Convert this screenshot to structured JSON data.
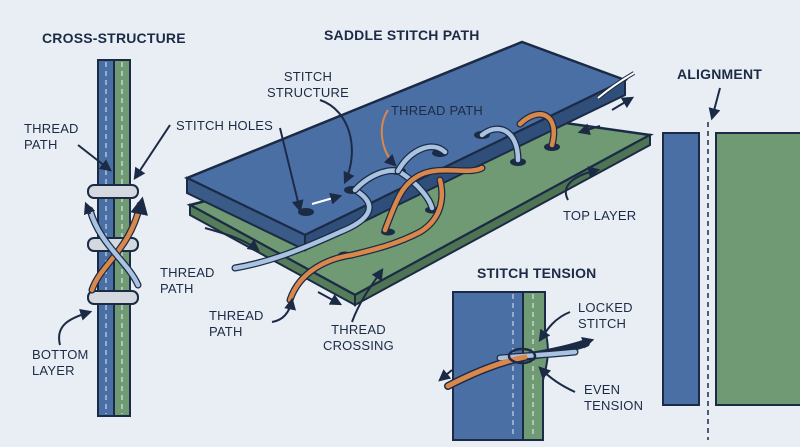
{
  "titles": {
    "cross_structure": "CROSS-STRUCTURE",
    "saddle_stitch_path": "SADDLE STITCH PATH",
    "alignment": "ALIGNMENT",
    "stitch_tension": "STITCH TENSION"
  },
  "labels": {
    "thread_path_left_1": "THREAD",
    "thread_path_left_2": "PATH",
    "bottom_layer_1": "BOTTOM",
    "bottom_layer_2": "LAYER",
    "stitch_structure_1": "STITCH",
    "stitch_structure_2": "STRUCTURE",
    "stitch_holes": "STITCH HOLES",
    "thread_path_top": "THREAD PATH",
    "top_layer": "TOP LAYER",
    "thread_path_mid_1": "THREAD",
    "thread_path_mid_2": "PATH",
    "thread_path_low_1": "THREAD",
    "thread_path_low_2": "PATH",
    "thread_crossing_1": "THREAD",
    "thread_crossing_2": "CROSSING",
    "locked_stitch_1": "LOCKED",
    "locked_stitch_2": "STITCH",
    "even_tension_1": "EVEN",
    "even_tension_2": "TENSION"
  },
  "colors": {
    "background": "#e9eef5",
    "top_layer_blue": "#4a6fa5",
    "bottom_layer_green": "#6f9a74",
    "thread_orange": "#d9874a",
    "thread_light_blue": "#a9c3e0",
    "outline_navy": "#1c2b45"
  }
}
